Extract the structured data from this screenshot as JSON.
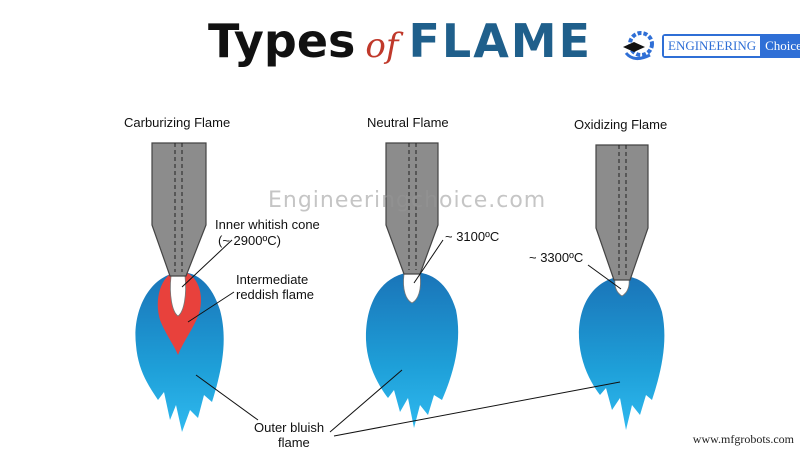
{
  "title": {
    "part1": "Types",
    "part2": "of",
    "part3": "FLAME"
  },
  "logo": {
    "word1": "ENGINEERING",
    "word2": "Choice",
    "icon": "gear-graduation-cap-icon"
  },
  "watermark": "Engineeringchoice.com",
  "credit": "www.mfgrobots.com",
  "flames": [
    {
      "name": "Carburizing Flame",
      "labels": [
        "Inner whitish cone",
        "(~ 2900ºC)",
        "Intermediate",
        "reddish flame"
      ]
    },
    {
      "name": "Neutral Flame",
      "labels": [
        "~ 3100ºC"
      ]
    },
    {
      "name": "Oxidizing Flame",
      "labels": [
        "~ 3300ºC"
      ]
    }
  ],
  "outer_label": [
    "Outer bluish",
    "flame"
  ],
  "colors": {
    "blue_flame": "#1e9fd8",
    "red_flame": "#e8413c",
    "nozzle": "#8c8c8c",
    "title_blue": "#1f5f8b",
    "accent_red": "#c0392b"
  }
}
